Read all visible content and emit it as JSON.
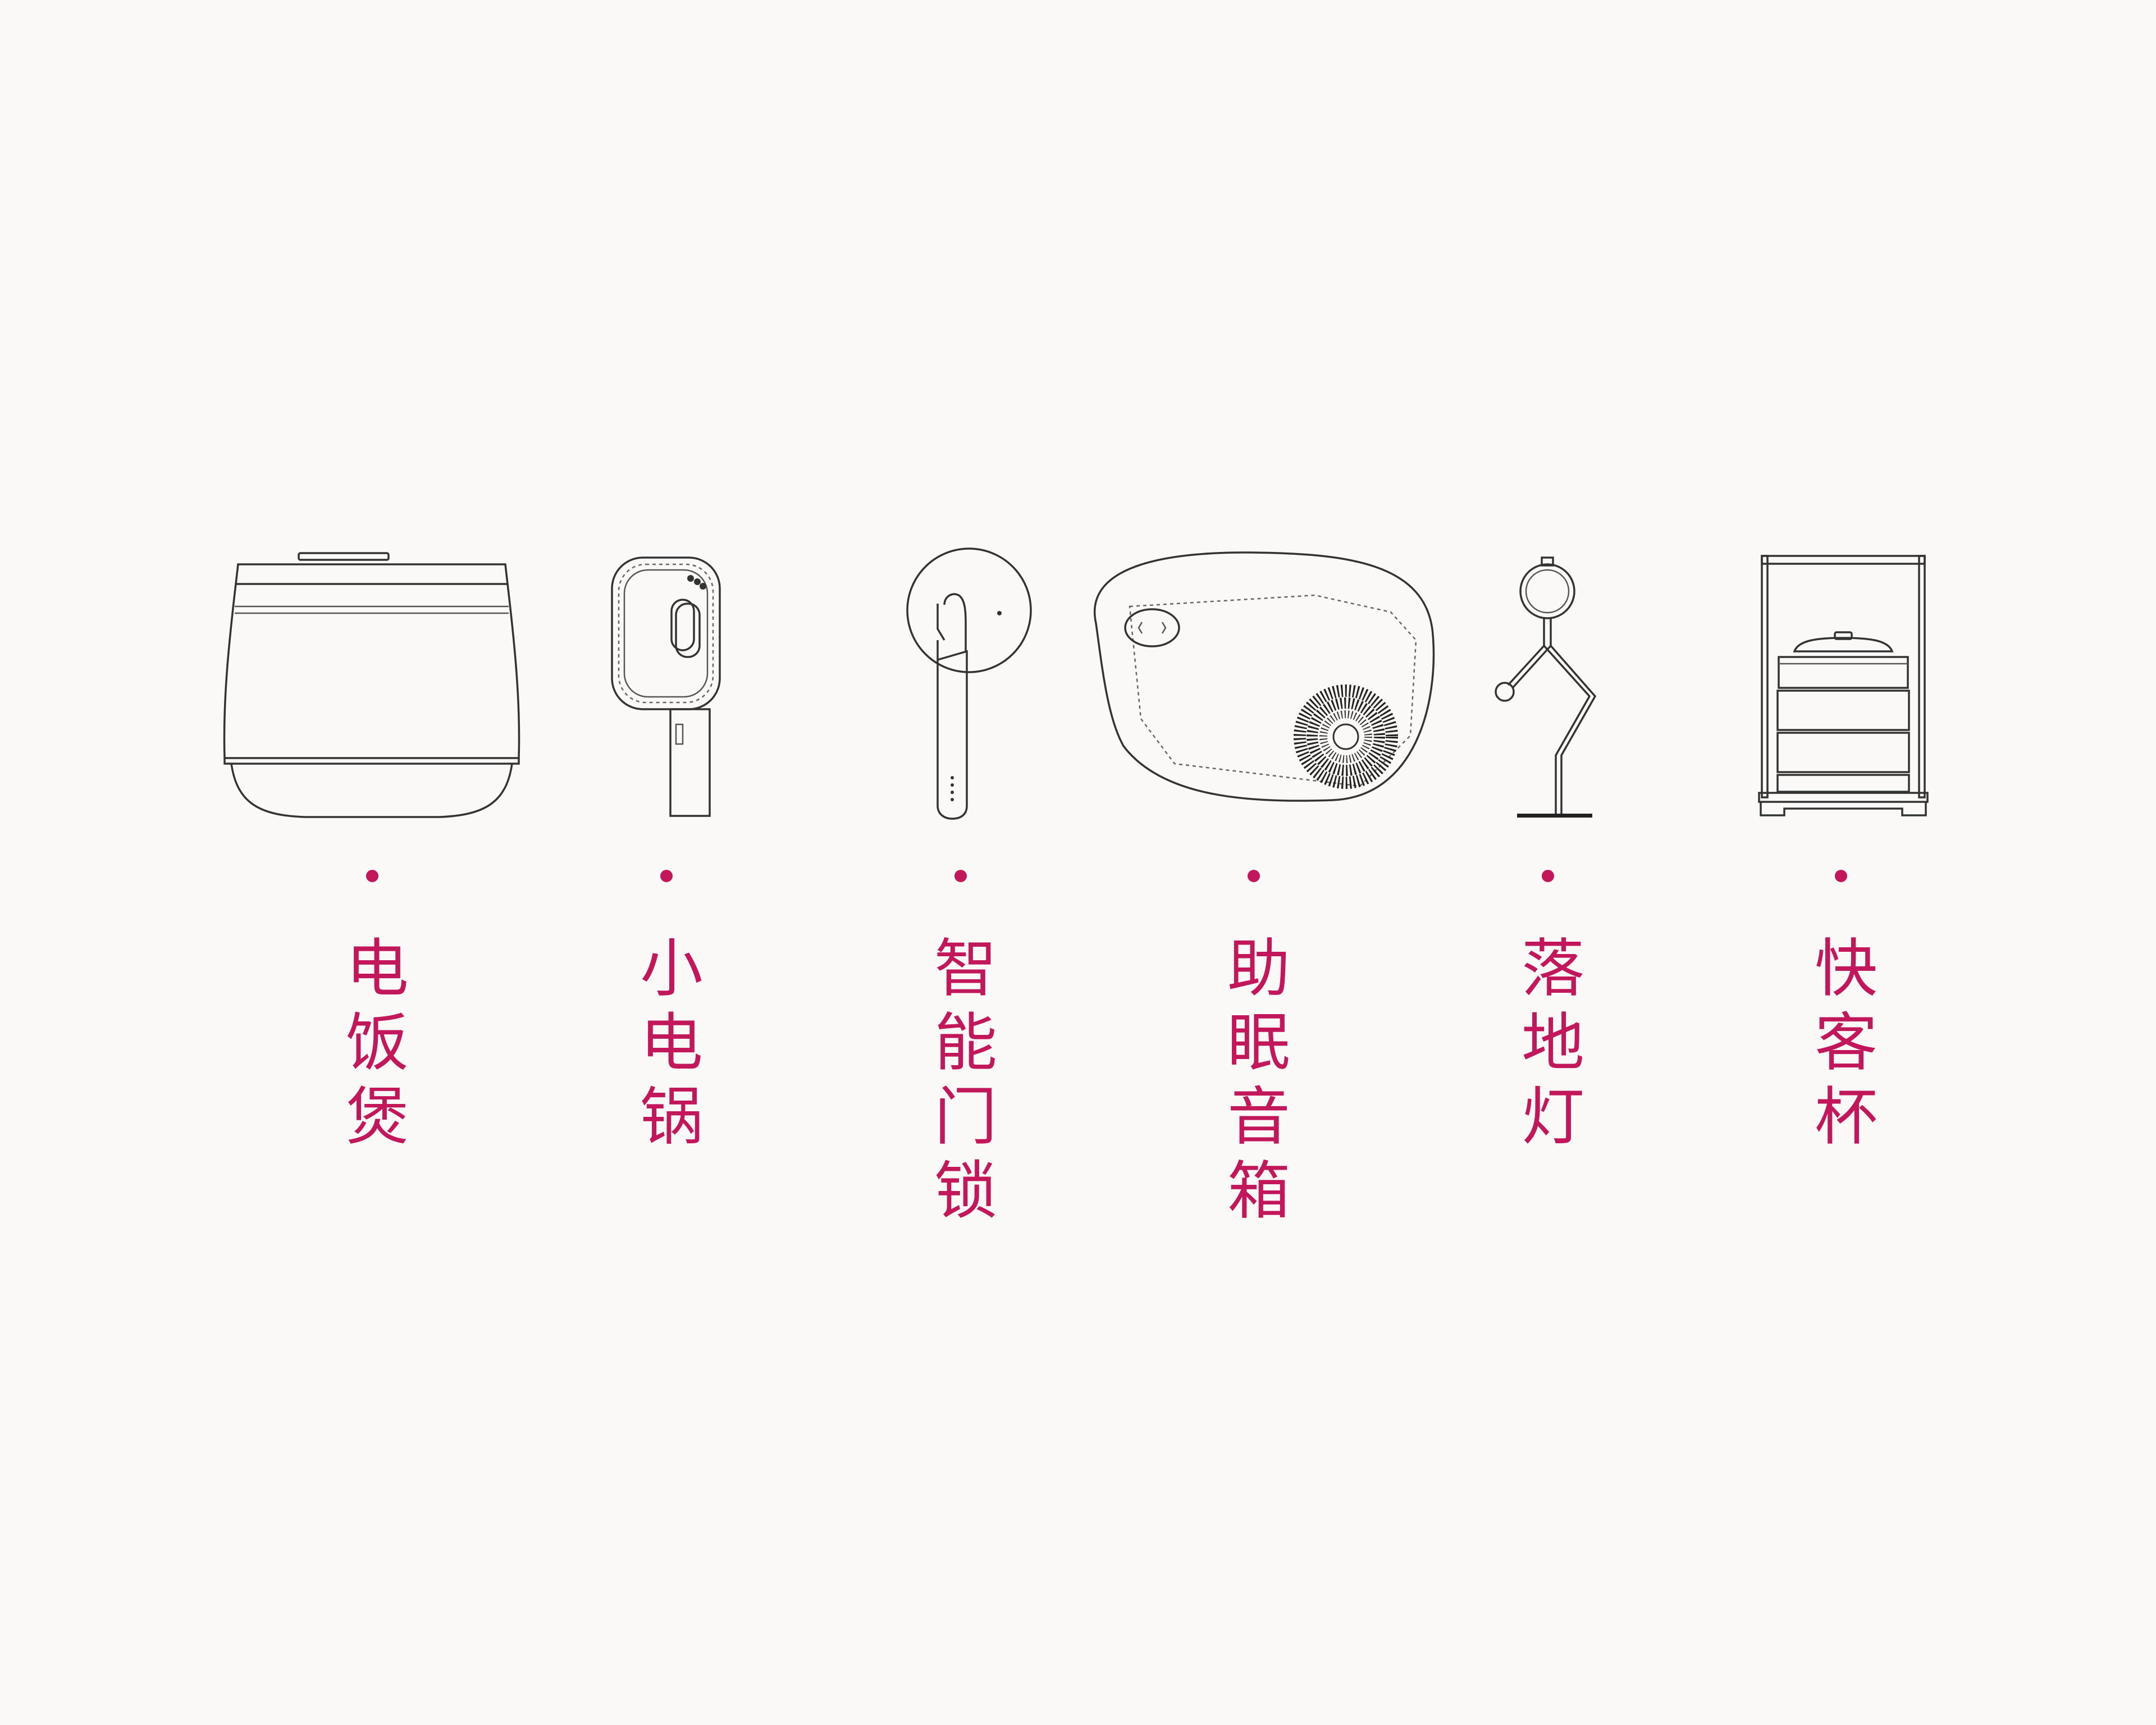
{
  "accent_color": "#c2185b",
  "products": [
    {
      "label": "电饭煲",
      "icon": "rice-cooker-icon"
    },
    {
      "label": "小电锅",
      "icon": "mini-electric-pot-icon"
    },
    {
      "label": "智能门锁",
      "icon": "smart-door-lock-icon"
    },
    {
      "label": "助眠音箱",
      "icon": "sleep-speaker-icon"
    },
    {
      "label": "落地灯",
      "icon": "floor-lamp-icon"
    },
    {
      "label": "快客杯",
      "icon": "quick-cup-icon"
    }
  ]
}
